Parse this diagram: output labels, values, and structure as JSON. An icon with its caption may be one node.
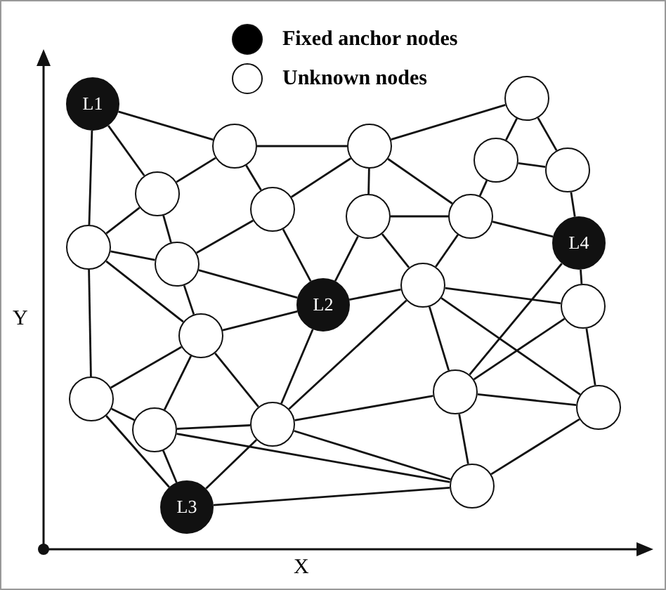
{
  "diagram": {
    "nodes": [
      {
        "text": [
          "L1"
        ]
      },
      {
        "text": [],
        "shape": "circle"
      },
      {
        "text": [],
        "shape": "circle"
      },
      {
        "text": [],
        "shape": "circle"
      },
      {
        "text": [],
        "shape": "circle"
      },
      {
        "text": [],
        "shape": "circle"
      },
      {
        "text": [],
        "shape": "circle"
      },
      {
        "text": [],
        "shape": "circle"
      },
      {
        "text": [],
        "shape": "circle"
      },
      {
        "text": [],
        "shape": "circle"
      },
      {
        "text": [
          "L4"
        ]
      },
      {
        "text": [],
        "shape": "circle"
      },
      {
        "text": [],
        "shape": "circle"
      },
      {
        "text": [],
        "shape": "circle"
      },
      {
        "text": [
          "L2"
        ]
      },
      {
        "text": [],
        "shape": "circle"
      },
      {
        "text": [],
        "shape": "circle"
      },
      {
        "text": [],
        "shape": "circle"
      },
      {
        "text": [],
        "shape": "circle"
      },
      {
        "text": [],
        "shape": "circle"
      },
      {
        "text": [],
        "shape": "circle"
      },
      {
        "text": [],
        "shape": "circle"
      },
      {
        "text": [],
        "shape": "circle"
      },
      {
        "text": [
          "L3"
        ]
      }
    ],
    "edges": [
      {
        "from": 0,
        "to": 2,
        "arrow": "none"
      },
      {
        "from": 0,
        "to": 6,
        "arrow": "none"
      },
      {
        "from": 0,
        "to": 11,
        "arrow": "none"
      },
      {
        "from": 2,
        "to": 3,
        "arrow": "none"
      },
      {
        "from": 11,
        "to": 6,
        "arrow": "none"
      },
      {
        "from": 6,
        "to": 2,
        "arrow": "none"
      },
      {
        "from": 2,
        "to": 7,
        "arrow": "none"
      },
      {
        "from": 7,
        "to": 3,
        "arrow": "none"
      },
      {
        "from": 7,
        "to": 14,
        "arrow": "none"
      },
      {
        "from": 7,
        "to": 12,
        "arrow": "none"
      },
      {
        "from": 6,
        "to": 12,
        "arrow": "none"
      },
      {
        "from": 3,
        "to": 8,
        "arrow": "none"
      },
      {
        "from": 3,
        "to": 1,
        "arrow": "none"
      },
      {
        "from": 3,
        "to": 9,
        "arrow": "none"
      },
      {
        "from": 8,
        "to": 9,
        "arrow": "none"
      },
      {
        "from": 8,
        "to": 14,
        "arrow": "none"
      },
      {
        "from": 8,
        "to": 13,
        "arrow": "none"
      },
      {
        "from": 13,
        "to": 9,
        "arrow": "none"
      },
      {
        "from": 4,
        "to": 9,
        "arrow": "none"
      },
      {
        "from": 1,
        "to": 4,
        "arrow": "none"
      },
      {
        "from": 1,
        "to": 5,
        "arrow": "none"
      },
      {
        "from": 4,
        "to": 5,
        "arrow": "none"
      },
      {
        "from": 5,
        "to": 10,
        "arrow": "none"
      },
      {
        "from": 9,
        "to": 10,
        "arrow": "none"
      },
      {
        "from": 10,
        "to": 17,
        "arrow": "none"
      },
      {
        "from": 10,
        "to": 15,
        "arrow": "none"
      },
      {
        "from": 13,
        "to": 14,
        "arrow": "none"
      },
      {
        "from": 13,
        "to": 15,
        "arrow": "none"
      },
      {
        "from": 13,
        "to": 19,
        "arrow": "none"
      },
      {
        "from": 13,
        "to": 17,
        "arrow": "none"
      },
      {
        "from": 13,
        "to": 20,
        "arrow": "none"
      },
      {
        "from": 17,
        "to": 15,
        "arrow": "none"
      },
      {
        "from": 17,
        "to": 19,
        "arrow": "none"
      },
      {
        "from": 17,
        "to": 22,
        "arrow": "none"
      },
      {
        "from": 17,
        "to": 20,
        "arrow": "none"
      },
      {
        "from": 22,
        "to": 19,
        "arrow": "none"
      },
      {
        "from": 15,
        "to": 19,
        "arrow": "none"
      },
      {
        "from": 11,
        "to": 18,
        "arrow": "none"
      },
      {
        "from": 11,
        "to": 12,
        "arrow": "none"
      },
      {
        "from": 11,
        "to": 16,
        "arrow": "none"
      },
      {
        "from": 12,
        "to": 16,
        "arrow": "none"
      },
      {
        "from": 12,
        "to": 14,
        "arrow": "none"
      },
      {
        "from": 16,
        "to": 14,
        "arrow": "none"
      },
      {
        "from": 16,
        "to": 18,
        "arrow": "none"
      },
      {
        "from": 16,
        "to": 20,
        "arrow": "none"
      },
      {
        "from": 16,
        "to": 21,
        "arrow": "none"
      },
      {
        "from": 21,
        "to": 20,
        "arrow": "none"
      },
      {
        "from": 20,
        "to": 14,
        "arrow": "none"
      },
      {
        "from": 20,
        "to": 23,
        "arrow": "none"
      },
      {
        "from": 18,
        "to": 21,
        "arrow": "none"
      },
      {
        "from": 21,
        "to": 23,
        "arrow": "none"
      },
      {
        "from": 18,
        "to": 23,
        "arrow": "none"
      },
      {
        "from": 21,
        "to": 22,
        "arrow": "none"
      },
      {
        "from": 20,
        "to": 22,
        "arrow": "none"
      },
      {
        "from": 23,
        "to": 22,
        "arrow": "none"
      }
    ],
    "labels": [
      "Y",
      "X"
    ],
    "legend": [
      {
        "text": "Fixed anchor nodes",
        "color": "#000000"
      },
      {
        "text": "Unknown nodes",
        "color": "#ffffff"
      }
    ]
  }
}
